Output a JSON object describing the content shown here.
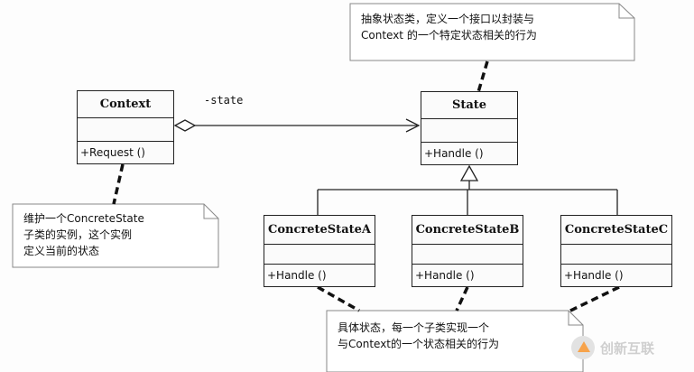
{
  "classes": {
    "context": {
      "name": "Context",
      "op": "+Request ()"
    },
    "state": {
      "name": "State",
      "op": "+Handle ()"
    },
    "concrete_a": {
      "name": "ConcreteStateA",
      "op": "+Handle ()"
    },
    "concrete_b": {
      "name": "ConcreteStateB",
      "op": "+Handle ()"
    },
    "concrete_c": {
      "name": "ConcreteStateC",
      "op": "+Handle ()"
    }
  },
  "association_label": "-state",
  "notes": {
    "state_note": [
      "抽象状态类，定义一个接口以封装与",
      "Context 的一个特定状态相关的行为"
    ],
    "context_note": [
      "维护一个ConcreteState",
      "子类的实例，这个实例",
      "定义当前的状态"
    ],
    "concrete_note": [
      "具体状态，每一个子类实现一个",
      "与Context的一个状态相关的行为"
    ]
  },
  "watermark": "创新互联"
}
